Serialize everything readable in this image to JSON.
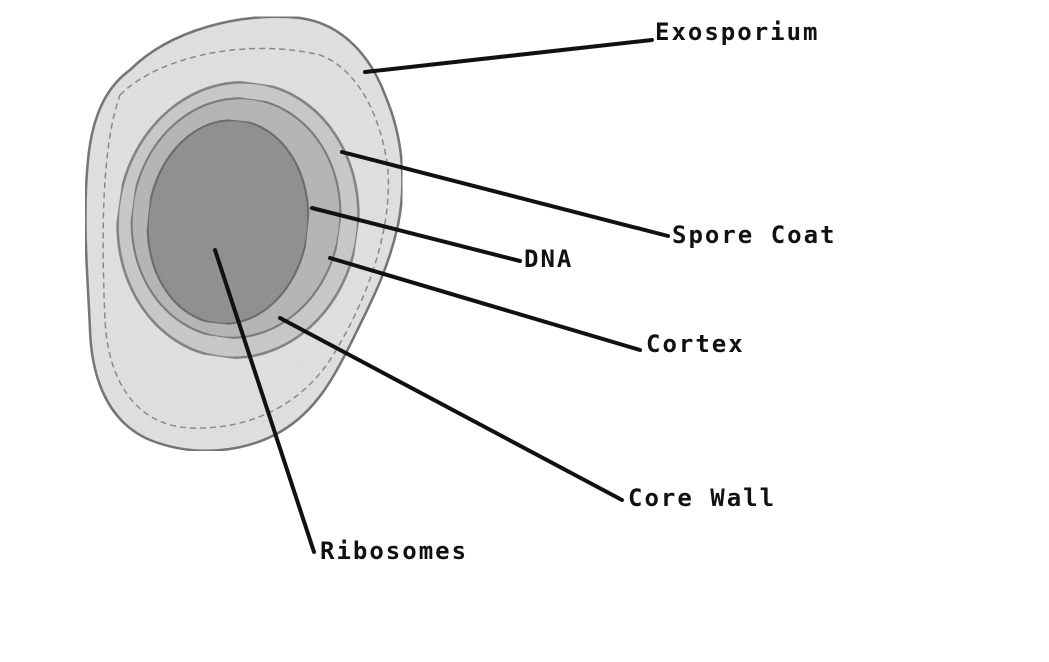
{
  "diagram": {
    "labels": {
      "exosporium": "Exosporium",
      "spore_coat": "Spore Coat",
      "dna": "DNA",
      "cortex": "Cortex",
      "core_wall": "Core Wall",
      "ribosomes": "Ribosomes"
    }
  },
  "colors": {
    "exosporium_fill": "#e9e9e9",
    "spore_coat_fill": "#cfcfcf",
    "cortex_fill": "#b9b9b9",
    "core_fill": "#8d8d8d",
    "line": "#111111"
  }
}
